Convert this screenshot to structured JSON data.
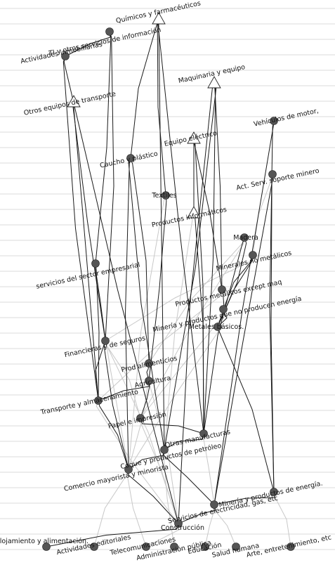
{
  "diagram": {
    "colors": {
      "background": "#ffffff",
      "row_line": "#cfcfcf",
      "edge_dark": "#1a1a1a",
      "edge_light": "#c8c8c8",
      "node_fill": "#555555",
      "triangle_fill": "#ffffff"
    },
    "nodes": [
      {
        "id": "quimicos",
        "label": "Químicos y farmacéuticos",
        "shape": "triangle"
      },
      {
        "id": "ti",
        "label": "TI y otros servicios de información",
        "shape": "circle"
      },
      {
        "id": "inmob",
        "label": "Actividades inmobiliarias",
        "shape": "circle"
      },
      {
        "id": "maquinaria",
        "label": "Maquinaria y equipo",
        "shape": "triangle"
      },
      {
        "id": "transporte_eq",
        "label": "Otros equipos de transporte",
        "shape": "triangle"
      },
      {
        "id": "vehiculos",
        "label": "Vehículos de motor,",
        "shape": "circle"
      },
      {
        "id": "equipo_elec",
        "label": "Equipo eléctrico",
        "shape": "triangle"
      },
      {
        "id": "caucho",
        "label": "Caucho y plástico",
        "shape": "circle"
      },
      {
        "id": "soporte_minero",
        "label": "Act. Serv. soporte minero",
        "shape": "circle"
      },
      {
        "id": "textiles",
        "label": "Textiles",
        "shape": "circle"
      },
      {
        "id": "informaticos",
        "label": "Productos informáticos",
        "shape": "triangle"
      },
      {
        "id": "madera",
        "label": "Madera",
        "shape": "circle"
      },
      {
        "id": "minerales_nm",
        "label": "Minerales no metálicos",
        "shape": "circle"
      },
      {
        "id": "serv_empresarial",
        "label": "servicios del sector empresarial",
        "shape": "circle"
      },
      {
        "id": "metalicos",
        "label": "Productos metálicos except maq",
        "shape": "circle"
      },
      {
        "id": "mineria_no_energia",
        "label": "Minería y  productos que no producen energía",
        "shape": "circle"
      },
      {
        "id": "metales_basicos",
        "label": "Metales básicos.",
        "shape": "circle"
      },
      {
        "id": "financieras",
        "label": "Financieras y de seguros",
        "shape": "circle"
      },
      {
        "id": "alimenticios",
        "label": "Prod alimenticios",
        "shape": "circle"
      },
      {
        "id": "agricultura",
        "label": "Agricultura",
        "shape": "circle"
      },
      {
        "id": "transporte_alm",
        "label": "Transporte y almacenamiento",
        "shape": "circle"
      },
      {
        "id": "papel",
        "label": "Papel e impresión",
        "shape": "circle"
      },
      {
        "id": "otras_manuf",
        "label": "Otras manufacturas",
        "shape": "circle"
      },
      {
        "id": "coque",
        "label": "Coque y productos de petróleo",
        "shape": "circle"
      },
      {
        "id": "comercio",
        "label": "Comercio mayorista y minorista",
        "shape": "circle"
      },
      {
        "id": "mineria_energia",
        "label": "Minería y productos de energía.",
        "shape": "circle"
      },
      {
        "id": "electricidad",
        "label": "Servicios de electricidad, gas, etc",
        "shape": "circle"
      },
      {
        "id": "construccion",
        "label": "Construcción",
        "shape": "circle"
      },
      {
        "id": "alojamiento",
        "label": "alojamiento y alimentación.",
        "shape": "circle"
      },
      {
        "id": "editoriales",
        "label": "Actividades editoriales",
        "shape": "circle"
      },
      {
        "id": "telecom",
        "label": "Telecomunicaciones",
        "shape": "circle"
      },
      {
        "id": "admin_publica",
        "label": "Administración pública",
        "shape": "circle"
      },
      {
        "id": "educacion",
        "label": "Educación",
        "shape": "circle"
      },
      {
        "id": "salud",
        "label": "Salud humana",
        "shape": "circle"
      },
      {
        "id": "arte",
        "label": "Arte, entretenimiento, etc",
        "shape": "circle"
      }
    ],
    "edges_dark": [
      [
        "quimicos",
        "caucho"
      ],
      [
        "quimicos",
        "textiles"
      ],
      [
        "quimicos",
        "otras_manuf"
      ],
      [
        "quimicos",
        "coque"
      ],
      [
        "ti",
        "inmob"
      ],
      [
        "ti",
        "serv_empresarial"
      ],
      [
        "ti",
        "financieras"
      ],
      [
        "inmob",
        "transporte_alm"
      ],
      [
        "inmob",
        "construccion"
      ],
      [
        "transporte_eq",
        "financieras"
      ],
      [
        "transporte_eq",
        "transporte_alm"
      ],
      [
        "maquinaria",
        "metalicos"
      ],
      [
        "maquinaria",
        "otras_manuf"
      ],
      [
        "maquinaria",
        "coque"
      ],
      [
        "maquinaria",
        "construccion"
      ],
      [
        "vehiculos",
        "mineria_energia"
      ],
      [
        "vehiculos",
        "electricidad"
      ],
      [
        "equipo_elec",
        "informaticos"
      ],
      [
        "equipo_elec",
        "metalicos"
      ],
      [
        "equipo_elec",
        "otras_manuf"
      ],
      [
        "caucho",
        "alimenticios"
      ],
      [
        "caucho",
        "coque"
      ],
      [
        "caucho",
        "comercio"
      ],
      [
        "soporte_minero",
        "mineria_energia"
      ],
      [
        "soporte_minero",
        "electricidad"
      ],
      [
        "textiles",
        "agricultura"
      ],
      [
        "informaticos",
        "otras_manuf"
      ],
      [
        "madera",
        "metales_basicos"
      ],
      [
        "madera",
        "otras_manuf"
      ],
      [
        "minerales_nm",
        "mineria_no_energia"
      ],
      [
        "minerales_nm",
        "metales_basicos"
      ],
      [
        "serv_empresarial",
        "financieras"
      ],
      [
        "serv_empresarial",
        "transporte_alm"
      ],
      [
        "metalicos",
        "metales_basicos"
      ],
      [
        "mineria_no_energia",
        "metales_basicos"
      ],
      [
        "financieras",
        "transporte_alm"
      ],
      [
        "financieras",
        "comercio"
      ],
      [
        "alimenticios",
        "agricultura"
      ],
      [
        "agricultura",
        "transporte_alm"
      ],
      [
        "agricultura",
        "papel"
      ],
      [
        "transporte_alm",
        "comercio"
      ],
      [
        "papel",
        "otras_manuf"
      ],
      [
        "otras_manuf",
        "coque"
      ],
      [
        "coque",
        "comercio"
      ],
      [
        "coque",
        "electricidad"
      ],
      [
        "comercio",
        "construccion"
      ],
      [
        "mineria_energia",
        "electricidad"
      ],
      [
        "electricidad",
        "construccion"
      ],
      [
        "metales_basicos",
        "mineria_energia"
      ],
      [
        "construccion",
        "alojamiento"
      ]
    ],
    "edges_light": [
      [
        "madera",
        "alimenticios"
      ],
      [
        "minerales_nm",
        "financieras"
      ],
      [
        "metalicos",
        "transporte_alm"
      ],
      [
        "metales_basicos",
        "comercio"
      ],
      [
        "mineria_no_energia",
        "papel"
      ],
      [
        "alimenticios",
        "comercio"
      ],
      [
        "financieras",
        "papel"
      ],
      [
        "textiles",
        "comercio"
      ],
      [
        "informaticos",
        "coque"
      ],
      [
        "serv_empresarial",
        "comercio"
      ],
      [
        "otras_manuf",
        "electricidad"
      ],
      [
        "papel",
        "construccion"
      ],
      [
        "agricultura",
        "construccion"
      ],
      [
        "financieras",
        "construccion"
      ],
      [
        "comercio",
        "editoriales"
      ],
      [
        "comercio",
        "telecom"
      ],
      [
        "coque",
        "admin_publica"
      ],
      [
        "electricidad",
        "educacion"
      ],
      [
        "electricidad",
        "salud"
      ],
      [
        "mineria_energia",
        "arte"
      ],
      [
        "construccion",
        "telecom"
      ],
      [
        "transporte_alm",
        "construccion"
      ],
      [
        "soporte_minero",
        "minerales_nm"
      ],
      [
        "madera",
        "papel"
      ]
    ]
  }
}
